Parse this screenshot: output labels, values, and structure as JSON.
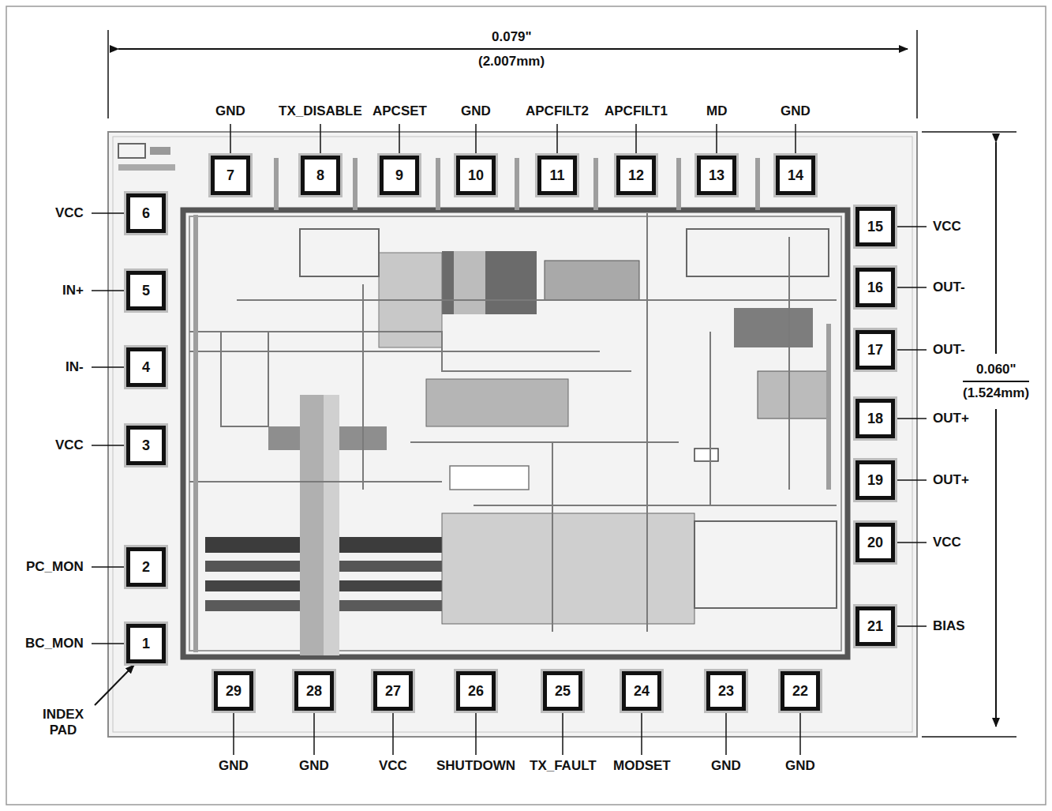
{
  "diagram": {
    "nodes": [
      {
        "text": [
          "7"
        ]
      },
      {
        "text": [
          "8"
        ]
      },
      {
        "text": [
          "9"
        ]
      },
      {
        "text": [
          "10"
        ]
      },
      {
        "text": [
          "11"
        ]
      },
      {
        "text": [
          "12"
        ]
      },
      {
        "text": [
          "13"
        ]
      },
      {
        "text": [
          "14"
        ]
      },
      {
        "text": [
          "6"
        ]
      },
      {
        "text": [
          "15"
        ]
      },
      {
        "text": [
          "16"
        ]
      },
      {
        "text": [
          "5"
        ]
      },
      {
        "text": [
          "17"
        ]
      },
      {
        "text": [
          "4"
        ]
      },
      {
        "text": [
          "18"
        ]
      },
      {
        "text": [
          "3"
        ]
      },
      {
        "text": [
          "19"
        ]
      },
      {
        "text": [
          "20"
        ]
      },
      {
        "text": [
          "2"
        ]
      },
      {
        "text": [
          "21"
        ]
      },
      {
        "text": [
          "1"
        ]
      },
      {
        "text": [
          "29"
        ]
      },
      {
        "text": [
          "28"
        ]
      },
      {
        "text": [
          "27"
        ]
      },
      {
        "text": [
          "26"
        ]
      },
      {
        "text": [
          "25"
        ]
      },
      {
        "text": [
          "24"
        ]
      },
      {
        "text": [
          "23"
        ]
      },
      {
        "text": [
          "22"
        ]
      }
    ],
    "labels": [
      "0.079\"",
      "(2.007mm)",
      "GND",
      "TX_DISABLE",
      "APCSET",
      "GND",
      "APCFILT2",
      "APCFILT1",
      "MD",
      "GND",
      "0.060\"",
      "(1.524mm)",
      "VCC",
      "IN+",
      "IN-",
      "VCC",
      "PC_MON",
      "BC_MON",
      "VCC",
      "OUT-",
      "OUT-",
      "OUT+",
      "OUT+",
      "VCC",
      "BIAS",
      "INDEX PAD",
      "GND",
      "GND",
      "VCC",
      "SHUTDOWN",
      "TX_FAULT",
      "MODSET",
      "GND",
      "GND"
    ]
  }
}
